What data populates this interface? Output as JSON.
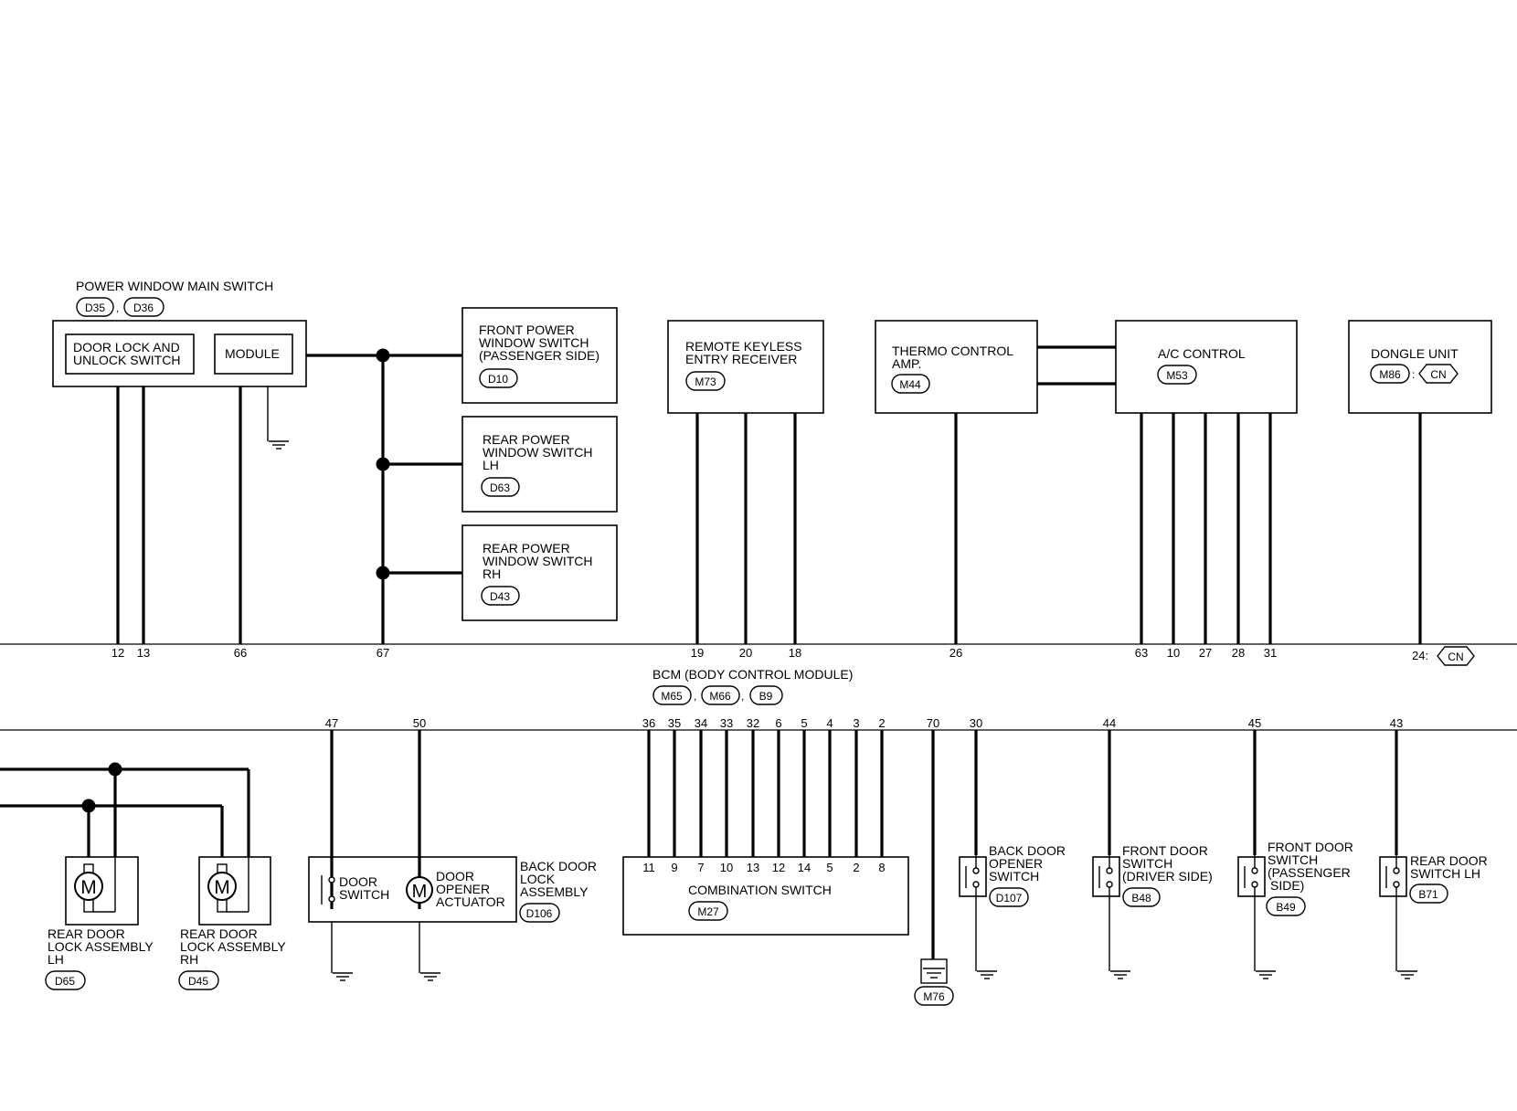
{
  "bus_labels": {
    "bcm_title": "BCM (BODY CONTROL MODULE)",
    "bcm_connectors": [
      "M65",
      "M66",
      "B9"
    ],
    "cn_terminal": "24:",
    "cn_tag": "CN"
  },
  "components": {
    "pw_main": {
      "title": "POWER WINDOW MAIN SWITCH",
      "connectors": [
        "D35",
        "D36"
      ],
      "door_lock_switch": [
        "DOOR LOCK AND",
        "UNLOCK SWITCH"
      ],
      "module": "MODULE"
    },
    "front_pw": {
      "lines": [
        "FRONT POWER",
        "WINDOW SWITCH",
        "(PASSENGER SIDE)"
      ],
      "connector": "D10"
    },
    "rear_pw_lh": {
      "lines": [
        "REAR POWER",
        "WINDOW SWITCH",
        "LH"
      ],
      "connector": "D63"
    },
    "rear_pw_rh": {
      "lines": [
        "REAR POWER",
        "WINDOW SWITCH",
        "RH"
      ],
      "connector": "D43"
    },
    "keyless": {
      "lines": [
        "REMOTE KEYLESS",
        "ENTRY RECEIVER"
      ],
      "connector": "M73"
    },
    "thermo": {
      "lines": [
        "THERMO CONTROL",
        "AMP."
      ],
      "connector": "M44"
    },
    "ac": {
      "title": "A/C CONTROL",
      "connector": "M53"
    },
    "dongle": {
      "title": "DONGLE UNIT",
      "connector": "M86",
      "tag": "CN"
    },
    "rear_lock_lh": {
      "lines": [
        "REAR DOOR",
        "LOCK ASSEMBLY",
        "LH"
      ],
      "connector": "D65"
    },
    "rear_lock_rh": {
      "lines": [
        "REAR DOOR",
        "LOCK ASSEMBLY",
        "RH"
      ],
      "connector": "D45"
    },
    "back_door_lock": {
      "lines": [
        "BACK DOOR",
        "LOCK",
        "ASSEMBLY"
      ],
      "connector": "D106",
      "door_switch": [
        "DOOR",
        "SWITCH"
      ],
      "actuator": [
        "DOOR",
        "OPENER",
        "ACTUATOR"
      ]
    },
    "combo": {
      "title": "COMBINATION SWITCH",
      "connector": "M27",
      "pins": [
        "11",
        "9",
        "7",
        "10",
        "13",
        "12",
        "14",
        "5",
        "2",
        "8"
      ]
    },
    "ground": {
      "connector": "M76"
    },
    "back_door_opener": {
      "lines": [
        "BACK DOOR",
        "OPENER",
        "SWITCH"
      ],
      "connector": "D107"
    },
    "front_door_drv": {
      "lines": [
        "FRONT DOOR",
        "SWITCH",
        "(DRIVER SIDE)"
      ],
      "connector": "B48"
    },
    "front_door_pass": {
      "lines": [
        "FRONT DOOR",
        "SWITCH",
        "(PASSENGER",
        "SIDE)"
      ],
      "connector": "B49"
    },
    "rear_door_sw": {
      "lines": [
        "REAR DOOR",
        "SWITCH LH"
      ],
      "connector": "B71"
    },
    "motor_symbol": "M"
  },
  "pins_top": [
    "12",
    "13",
    "66",
    "67",
    "19",
    "20",
    "18",
    "26",
    "63",
    "10",
    "27",
    "28",
    "31"
  ],
  "pins_bottom": [
    "47",
    "50",
    "36",
    "35",
    "34",
    "33",
    "32",
    "6",
    "5",
    "4",
    "3",
    "2",
    "70",
    "30",
    "44",
    "45",
    "43"
  ]
}
